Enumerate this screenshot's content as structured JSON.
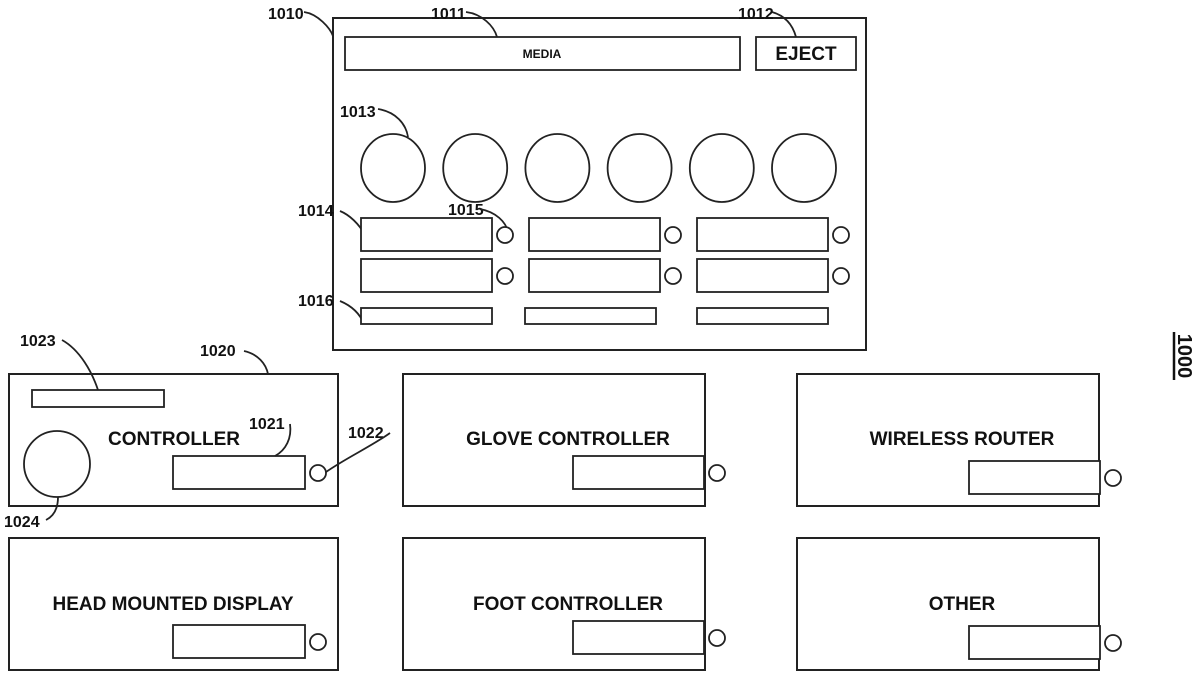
{
  "figure": {
    "number": "1000"
  },
  "media_console": {
    "ref": "1010",
    "media_bar": {
      "ref": "1011",
      "label": "MEDIA"
    },
    "eject_button": {
      "ref": "1012",
      "label": "EJECT"
    },
    "knobs": {
      "ref": "1013",
      "count": 6
    },
    "slots": {
      "ref": "1014",
      "rows": 2,
      "columns": 3
    },
    "indicators": {
      "ref": "1015"
    },
    "strips": {
      "ref": "1016",
      "count": 3
    }
  },
  "devices": [
    {
      "ref": "1020",
      "label": "CONTROLLER",
      "slot_ref": "1021",
      "indicator_ref": "1022",
      "strip_ref": "1023",
      "knob_ref": "1024"
    },
    {
      "label": "GLOVE CONTROLLER"
    },
    {
      "label": "WIRELESS ROUTER"
    },
    {
      "label": "HEAD MOUNTED DISPLAY"
    },
    {
      "label": "FOOT CONTROLLER"
    },
    {
      "label": "OTHER"
    }
  ]
}
